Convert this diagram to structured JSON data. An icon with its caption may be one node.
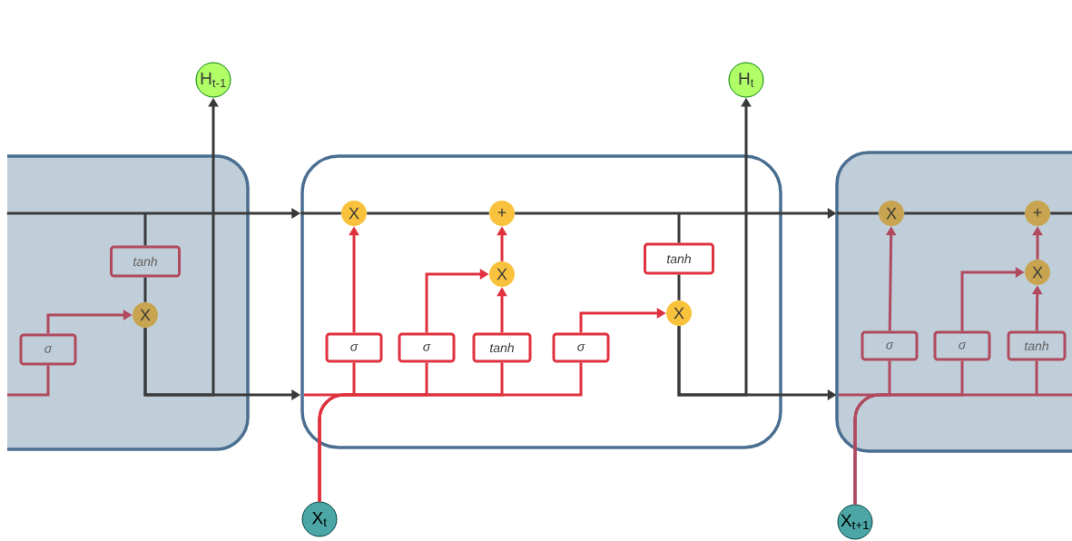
{
  "diagram": {
    "nodes": [
      {
        "text": [],
        "shape": "box"
      },
      {
        "text": [
          "tanh"
        ],
        "in": 0
      },
      {
        "text": [
          "X"
        ],
        "in": 0
      },
      {
        "text": [
          "σ"
        ],
        "in": 0
      },
      {
        "text": [
          "H$_{t-1}$"
        ]
      },
      {
        "text": [],
        "shape": "box"
      },
      {
        "text": [
          "X"
        ],
        "in": 5
      },
      {
        "text": [
          "+"
        ],
        "in": 5
      },
      {
        "text": [
          "X"
        ],
        "in": 5
      },
      {
        "text": [
          "σ"
        ],
        "in": 5
      },
      {
        "text": [
          "σ"
        ],
        "in": 5
      },
      {
        "text": [
          "tanh"
        ],
        "in": 5
      },
      {
        "text": [
          "σ"
        ],
        "in": 5
      },
      {
        "text": [
          "tanh"
        ],
        "in": 5
      },
      {
        "text": [
          "X"
        ],
        "in": 5
      },
      {
        "text": [
          "H$_{t}$"
        ]
      },
      {
        "text": [
          "X$_{t}$"
        ]
      },
      {
        "text": [],
        "shape": "box"
      },
      {
        "text": [
          "X"
        ],
        "in": 17
      },
      {
        "text": [
          "+"
        ],
        "in": 17
      },
      {
        "text": [
          "X"
        ],
        "in": 17
      },
      {
        "text": [
          "σ"
        ],
        "in": 17
      },
      {
        "text": [
          "σ"
        ],
        "in": 17
      },
      {
        "text": [
          "tanh"
        ],
        "in": 17
      },
      {
        "text": [
          "X$_{t+1}$"
        ]
      }
    ],
    "edges": [
      {
        "from": 0,
        "to": 5,
        "arrow": "to"
      },
      {
        "from": 5,
        "to": 6,
        "arrow": "none"
      },
      {
        "from": null,
        "to": 1,
        "arrow": "none"
      },
      {
        "from": 1,
        "to": 2,
        "arrow": "none"
      },
      {
        "from": 3,
        "to": 2,
        "arrow": "to",
        "color": "#b04a5e"
      },
      {
        "from": null,
        "to": 3,
        "arrow": "none",
        "color": "#b04a5e"
      },
      {
        "from": 2,
        "to": 5,
        "arrow": "to"
      },
      {
        "from": 2,
        "to": 4,
        "arrow": "to"
      },
      {
        "from": 6,
        "to": 7,
        "arrow": "none"
      },
      {
        "from": 7,
        "to": 17,
        "arrow": "to"
      },
      {
        "from": 9,
        "to": 6,
        "arrow": "to",
        "color": "#e0323f"
      },
      {
        "from": 10,
        "to": 8,
        "arrow": "to",
        "color": "#e0323f"
      },
      {
        "from": 11,
        "to": 8,
        "arrow": "to",
        "color": "#e0323f"
      },
      {
        "from": 8,
        "to": 7,
        "arrow": "to",
        "color": "#e0323f"
      },
      {
        "from": 12,
        "to": 14,
        "arrow": "to",
        "color": "#e0323f"
      },
      {
        "from": null,
        "to": 13,
        "arrow": "none"
      },
      {
        "from": 13,
        "to": 14,
        "arrow": "none"
      },
      {
        "from": 14,
        "to": 17,
        "arrow": "to"
      },
      {
        "from": 14,
        "to": 15,
        "arrow": "to"
      },
      {
        "from": 16,
        "to": 9,
        "arrow": "none",
        "color": "#e0323f"
      },
      {
        "from": 16,
        "to": 10,
        "arrow": "none",
        "color": "#e0323f"
      },
      {
        "from": 16,
        "to": 11,
        "arrow": "none",
        "color": "#e0323f"
      },
      {
        "from": 16,
        "to": 12,
        "arrow": "none",
        "color": "#e0323f"
      },
      {
        "from": 17,
        "to": 18,
        "arrow": "none"
      },
      {
        "from": 18,
        "to": 19,
        "arrow": "none"
      },
      {
        "from": 19,
        "to": null,
        "arrow": "none"
      },
      {
        "from": 21,
        "to": 18,
        "arrow": "to",
        "color": "#b04a5e"
      },
      {
        "from": 22,
        "to": 20,
        "arrow": "to",
        "color": "#b04a5e"
      },
      {
        "from": 23,
        "to": 20,
        "arrow": "to",
        "color": "#b04a5e"
      },
      {
        "from": 20,
        "to": 19,
        "arrow": "to",
        "color": "#b04a5e"
      },
      {
        "from": 24,
        "to": 21,
        "arrow": "none",
        "color": "#b04a5e"
      },
      {
        "from": 24,
        "to": 22,
        "arrow": "none",
        "color": "#b04a5e"
      },
      {
        "from": 24,
        "to": 23,
        "arrow": "none",
        "color": "#b04a5e"
      }
    ]
  }
}
